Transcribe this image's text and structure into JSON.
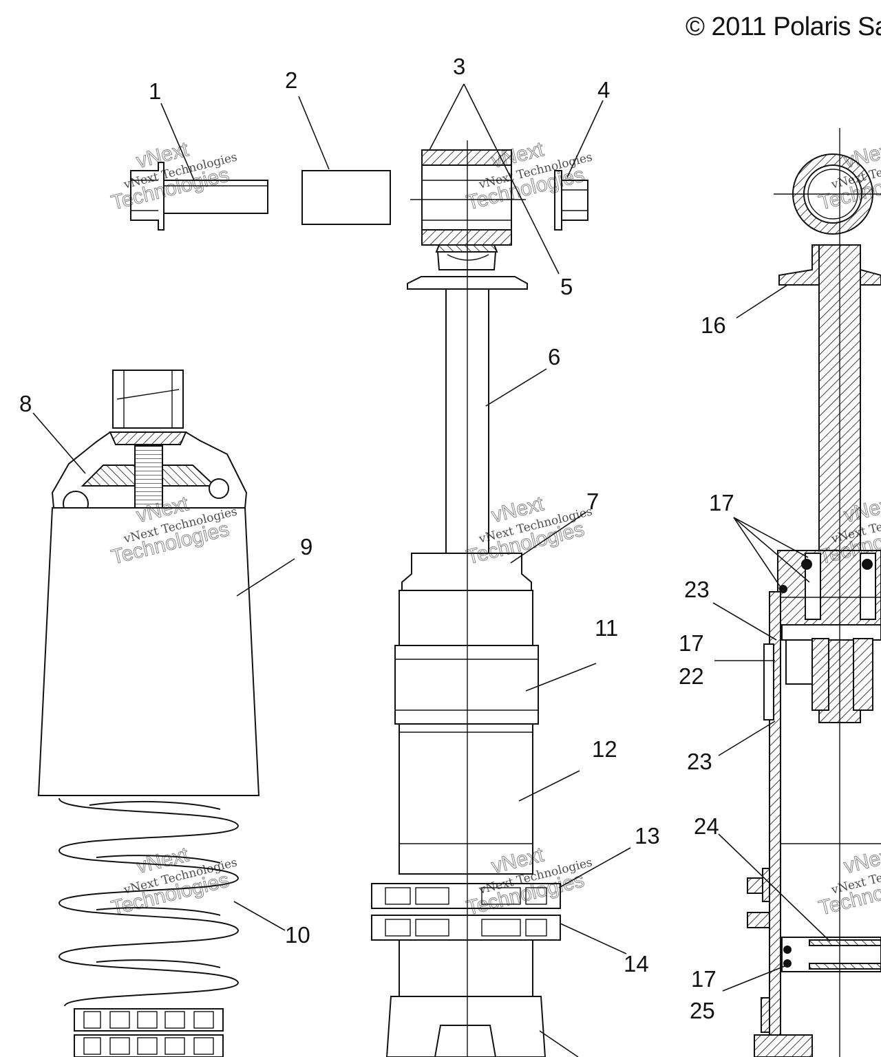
{
  "copyright": "© 2011 Polaris Sa",
  "watermark": {
    "line1": "vNext",
    "line2": "vNext Technologies",
    "line3": "Technologies"
  },
  "callouts": {
    "c1": "1",
    "c2": "2",
    "c3": "3",
    "c4": "4",
    "c5": "5",
    "c6": "6",
    "c7": "7",
    "c8": "8",
    "c9": "9",
    "c10": "10",
    "c11": "11",
    "c12": "12",
    "c13": "13",
    "c14": "14",
    "c16": "16",
    "c17a": "17",
    "c23a": "23",
    "c17b": "17",
    "c22": "22",
    "c23b": "23",
    "c24": "24",
    "c17c": "17",
    "c25": "25"
  }
}
